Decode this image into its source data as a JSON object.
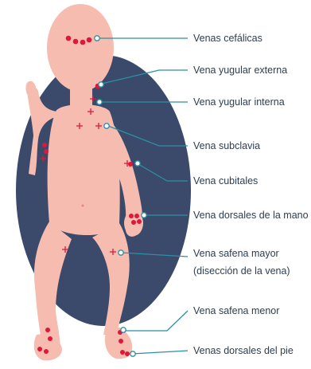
{
  "colors": {
    "background_circle": "#3b4a6b",
    "body_fill": "#f6bcb0",
    "dot_red": "#e0163a",
    "cross_red": "#e0163a",
    "leader_line": "#2c8fa3",
    "label_text": "#2c3e50"
  },
  "labels": [
    {
      "id": "venas-cefalicas",
      "text": "Venas cefálicas"
    },
    {
      "id": "vena-yugular-externa",
      "text": "Vena yugular externa"
    },
    {
      "id": "vena-yugular-interna",
      "text": "Vena yugular interna"
    },
    {
      "id": "vena-subclavia",
      "text": "Vena subclavia"
    },
    {
      "id": "vena-cubitales",
      "text": "Vena cubitales"
    },
    {
      "id": "vena-dorsales-mano",
      "text": "Vena dorsales de la mano"
    },
    {
      "id": "vena-safena-mayor",
      "text": "Vena safena mayor",
      "text2": "(disección de la vena)"
    },
    {
      "id": "vena-safena-menor",
      "text": "Vena safena menor"
    },
    {
      "id": "venas-dorsales-pie",
      "text": "Venas dorsales del pie"
    }
  ]
}
